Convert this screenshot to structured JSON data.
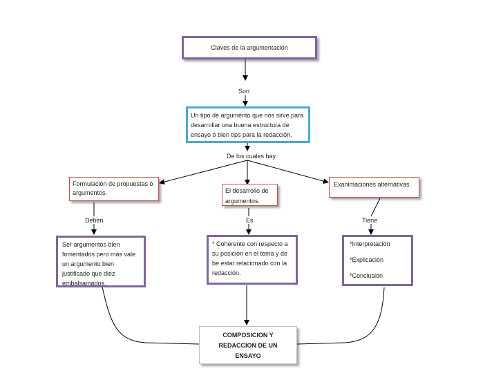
{
  "root": "Claves de la argumentación",
  "label_son": "Son",
  "definition": "Un tipo de argumento que nos sirve para desarrollar una buena estructura de ensayo ó bien tips para la redacción.",
  "label_de_los_cuales": "De los cuales hay",
  "branches": {
    "left": {
      "title": "Formulación de propuestas ó argumentos.",
      "connector": "Deben",
      "detail": "Ser  argumentos bien fomentados pero más vale un argumento bien justificado que diez embalsamados."
    },
    "center": {
      "title": "El desarrollo de argumentos.",
      "connector": "Es",
      "detail": "* Coherente con respecto a su posición en el tema y de be estar relacionado con la redacción."
    },
    "right": {
      "title": "Exanimaciones alternativas.",
      "connector": "Tiene",
      "items": [
        "*Interpretación",
        "*Explicación",
        "*Conclusión"
      ]
    }
  },
  "result": "COMPOSICION Y REDACCION DE UN ENSAYO",
  "colors": {
    "purple_border": "#8064a2",
    "teal_border": "#4bacc6",
    "thin_border": "#c0504d",
    "line": "#000000"
  }
}
